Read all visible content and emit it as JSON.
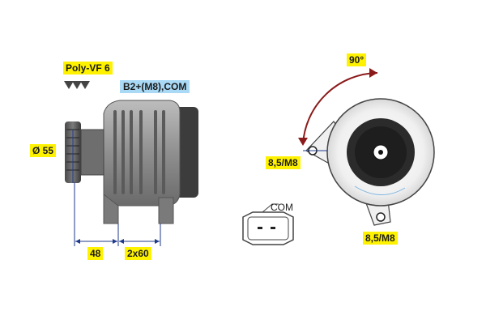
{
  "labels": {
    "belt": "Poly-VF 6",
    "terminal": "B2+(M8),COM",
    "pulley_diameter": "Ø 55",
    "dim_a": "48",
    "dim_b": "2x60",
    "angle": "90°",
    "mount_upper": "8,5/M8",
    "mount_lower": "8,5/M8",
    "connector": "COM"
  },
  "colors": {
    "highlight_yellow": "#fff200",
    "highlight_blue": "#a9d9f5",
    "dimension_line": "#1f3a8a",
    "rotation_arrow": "#8b1a1a",
    "body_gray": "#8a8a8a",
    "body_dark": "#3a3a3a"
  }
}
